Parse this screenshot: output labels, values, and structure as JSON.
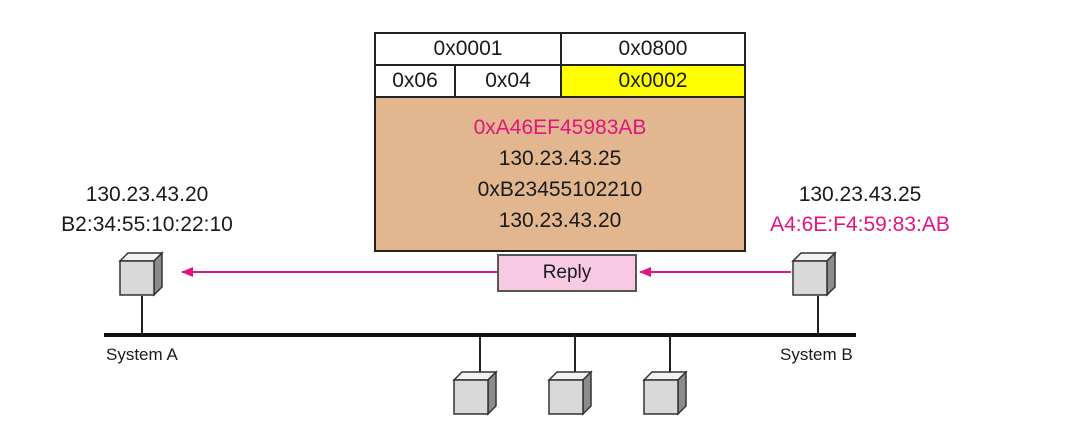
{
  "packet": {
    "hardware_type": "0x0001",
    "protocol_type": "0x0800",
    "hardware_length": "0x06",
    "protocol_length": "0x04",
    "operation": "0x0002",
    "sender_hardware": "0xA46EF45983AB",
    "sender_protocol": "130.23.43.25",
    "target_hardware": "0xB23455102210",
    "target_protocol": "130.23.43.20"
  },
  "system_a": {
    "ip": "130.23.43.20",
    "mac": "B2:34:55:10:22:10",
    "label": "System A"
  },
  "system_b": {
    "ip": "130.23.43.25",
    "mac": "A4:6E:F4:59:83:AB",
    "label": "System B"
  },
  "message_label": "Reply",
  "colors": {
    "highlight": "#ffff00",
    "accent": "#e3147f",
    "packet_body": "#e2b78f",
    "reply_box": "#f7c9e3"
  }
}
